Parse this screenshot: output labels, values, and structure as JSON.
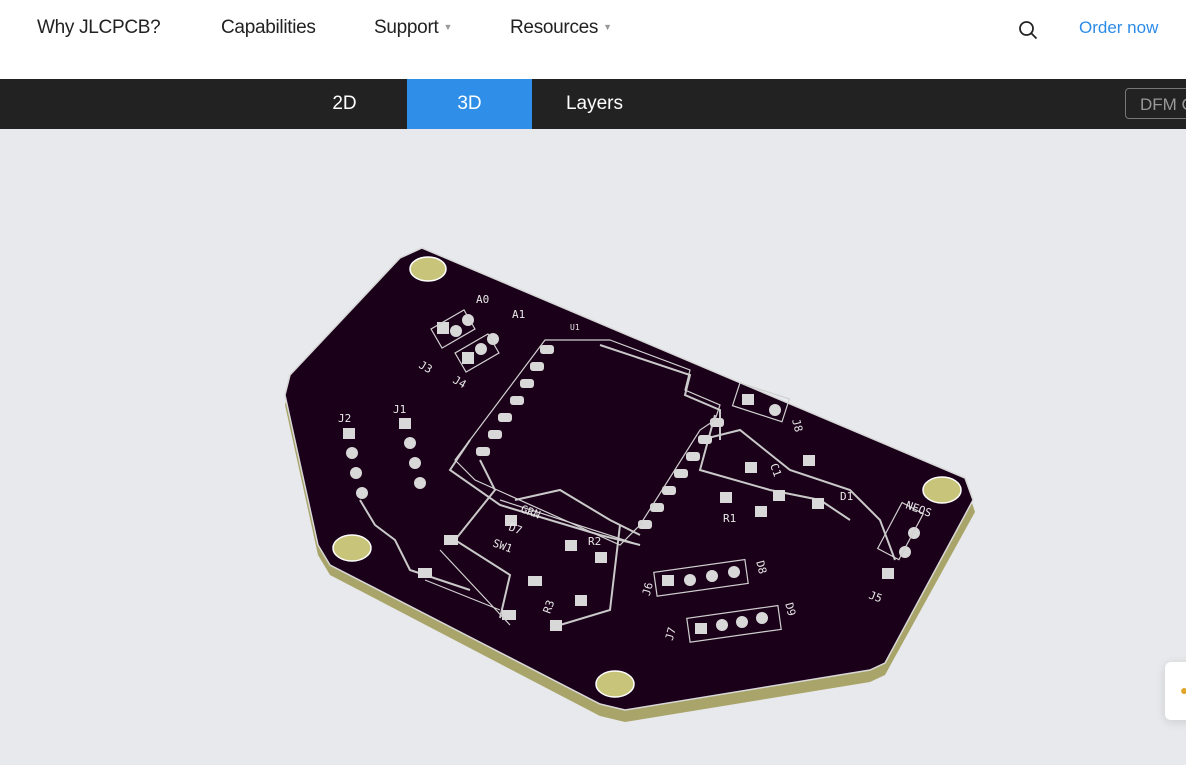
{
  "header": {
    "nav": [
      "Why JLCPCB?",
      "Capabilities",
      "Support",
      "Resources"
    ],
    "order_now": "Order now"
  },
  "viewer_tabs": {
    "tabs": [
      "2D",
      "3D",
      "Layers"
    ],
    "active": "3D",
    "dfm_label": "DFM C"
  },
  "pcb": {
    "silkscreen": [
      "A0",
      "A1",
      "J3",
      "J4",
      "U1",
      "J1",
      "J2",
      "J8",
      "C1",
      "D1",
      "R1",
      "R2",
      "R3",
      "SW1",
      "GRN",
      "D7",
      "J6",
      "D8",
      "J7",
      "D9",
      "J5",
      "NEOS"
    ]
  },
  "colors": {
    "board": "#1a0018",
    "edge": "#a9a56a",
    "accent": "#2f8ee8"
  }
}
